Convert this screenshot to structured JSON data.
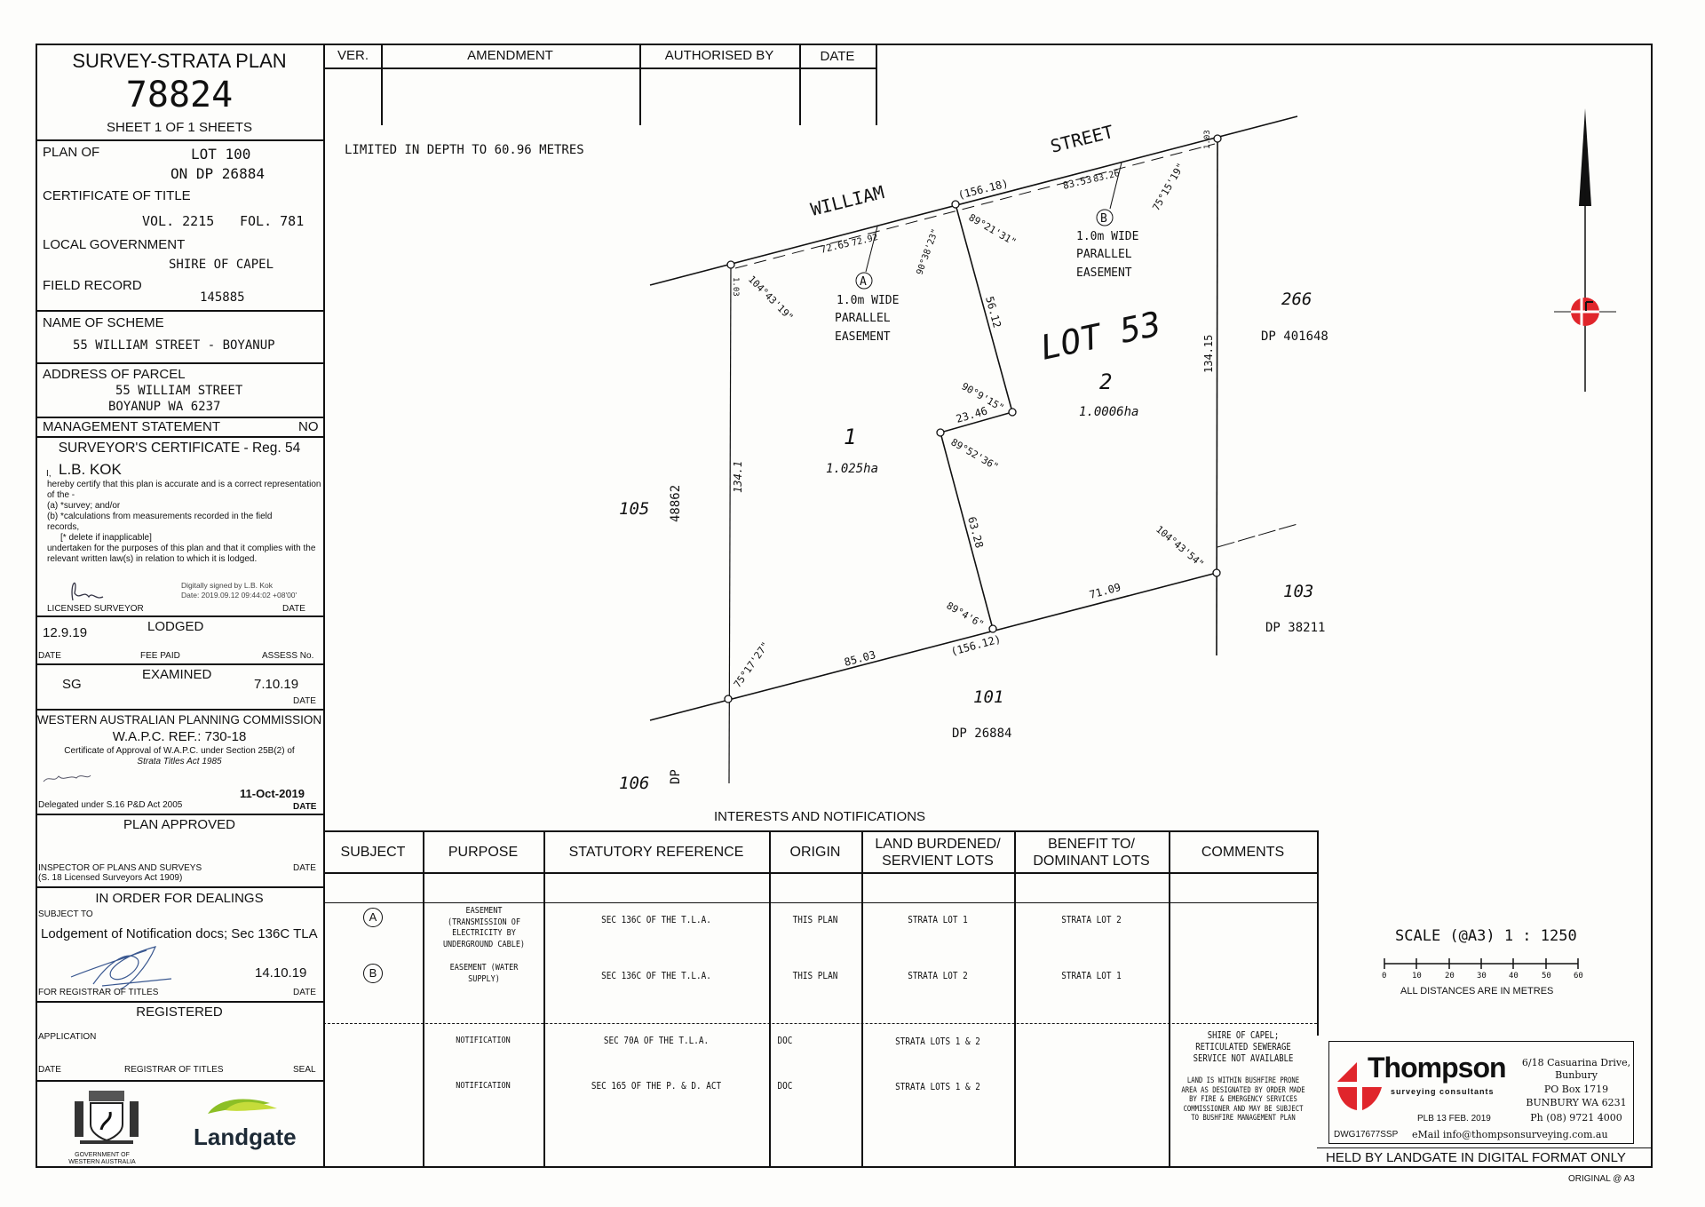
{
  "title_block": {
    "plan_type": "SURVEY-STRATA PLAN",
    "plan_number": "78824",
    "sheet": "SHEET  1  OF  1  SHEETS"
  },
  "plan_of": {
    "label": "PLAN OF",
    "lot": "LOT 100",
    "on_dp": "ON DP 26884",
    "cert_label": "CERTIFICATE OF TITLE",
    "vol": "VOL. 2215",
    "fol": "FOL. 781",
    "lg_label": "LOCAL GOVERNMENT",
    "lg": "SHIRE OF CAPEL",
    "fr_label": "FIELD RECORD",
    "fr": "145885"
  },
  "scheme": {
    "label": "NAME OF SCHEME",
    "value": "55 WILLIAM STREET - BOYANUP"
  },
  "address": {
    "label": "ADDRESS OF PARCEL",
    "line1": "55 WILLIAM STREET",
    "line2": "BOYANUP  WA  6237"
  },
  "management": {
    "label": "MANAGEMENT STATEMENT",
    "value": "NO"
  },
  "surveyor": {
    "heading": "SURVEYOR'S CERTIFICATE - Reg. 54",
    "i": "I,",
    "name": "L.B. KOK",
    "text1": "hereby certify that this plan is accurate and is a correct representation of the -",
    "a": "(a)  *survey; and/or",
    "b": "(b)  *calculations from measurements recorded in the field records,",
    "del": "[* delete if inapplicable]",
    "text2": "undertaken for the purposes of this plan and that it complies with the relevant written law(s) in relation to which it is lodged.",
    "signed": "Digitally signed by L.B. Kok",
    "signed_date": "Date: 2019.09.12 09:44:02 +08'00'",
    "licensed": "LICENSED SURVEYOR",
    "date_label": "DATE"
  },
  "lodged": {
    "heading": "LODGED",
    "date": "12.9.19",
    "date_label": "DATE",
    "fee": "FEE PAID",
    "assess": "ASSESS No."
  },
  "examined": {
    "heading": "EXAMINED",
    "by": "SG",
    "date": "7.10.19",
    "date_label": "DATE"
  },
  "wapc": {
    "heading": "WESTERN AUSTRALIAN PLANNING COMMISSION",
    "ref": "W.A.P.C. REF.: 730-18",
    "cert": "Certificate of Approval of W.A.P.C. under Section 25B(2) of",
    "act": "Strata Titles Act 1985",
    "delegated": "Delegated under S.16 P&D Act 2005",
    "date": "11-Oct-2019",
    "date_label": "DATE"
  },
  "approved": {
    "heading": "PLAN APPROVED",
    "inspector": "INSPECTOR OF PLANS AND SURVEYS",
    "act": "(S. 18 Licensed Surveyors Act 1909)",
    "date_label": "DATE"
  },
  "dealings": {
    "heading": "IN ORDER FOR DEALINGS",
    "subject": "SUBJECT TO",
    "text": "Lodgement of Notification docs; Sec 136C TLA",
    "date": "14.10.19",
    "registrar": "FOR REGISTRAR OF TITLES",
    "date_label": "DATE"
  },
  "registered": {
    "heading": "REGISTERED",
    "application": "APPLICATION",
    "date_label": "DATE",
    "registrar": "REGISTRAR OF TITLES",
    "seal": "SEAL"
  },
  "logos": {
    "gov": "GOVERNMENT OF WESTERN AUSTRALIA",
    "landgate": "Landgate"
  },
  "amendments": {
    "headers": [
      "VER.",
      "AMENDMENT",
      "AUTHORISED BY",
      "DATE"
    ]
  },
  "drawing": {
    "limited": "LIMITED IN DEPTH TO 60.96 METRES",
    "street1": "WILLIAM",
    "street2": "STREET",
    "dims": {
      "d1": "(156.18)",
      "d2": "72.65",
      "d3": "72.92",
      "d4": "83.53",
      "d5": "83.26",
      "d6": "1.03",
      "d7": "1.03",
      "d8": "56.12",
      "d9": "23.46",
      "d10": "63.28",
      "d11": "134.1",
      "d12": "134.15",
      "d13": "85.03",
      "d14": "(156.12)",
      "d15": "71.09"
    },
    "angles": {
      "a1": "104°43'19\"",
      "a2": "90°38'23\"",
      "a3": "89°21'31\"",
      "a4": "75°15'19\"",
      "a5": "90°9'15\"",
      "a6": "89°52'36\"",
      "a7": "89°4'6\"",
      "a8": "104°43'54\"",
      "a9": "75°17'27\""
    },
    "easement_a": {
      "marker": "A",
      "l1": "1.0m WIDE",
      "l2": "PARALLEL",
      "l3": "EASEMENT"
    },
    "easement_b": {
      "marker": "B",
      "l1": "1.0m WIDE",
      "l2": "PARALLEL",
      "l3": "EASEMENT"
    },
    "lot_note": "LOT 53",
    "lot1": {
      "num": "1",
      "area": "1.025ha"
    },
    "lot2": {
      "num": "2",
      "area": "1.0006ha"
    },
    "adj": {
      "n266": "266",
      "dp266": "DP 401648",
      "n105": "105",
      "dp105": "48862",
      "n103": "103",
      "dp103": "DP 38211",
      "n101": "101",
      "dp101": "DP 26884",
      "n106": "106",
      "dp106": "DP"
    }
  },
  "interests": {
    "title": "INTERESTS AND NOTIFICATIONS",
    "headers": [
      "SUBJECT",
      "PURPOSE",
      "STATUTORY REFERENCE",
      "ORIGIN",
      "LAND BURDENED/ SERVIENT LOTS",
      "BENEFIT TO/ DOMINANT LOTS",
      "COMMENTS"
    ],
    "rows": [
      {
        "subject": "A",
        "purpose": "EASEMENT (TRANSMISSION OF ELECTRICITY BY UNDERGROUND CABLE)",
        "ref": "SEC 136C OF THE T.L.A.",
        "origin": "THIS PLAN",
        "burdened": "STRATA LOT 1",
        "benefit": "STRATA LOT 2",
        "comments": ""
      },
      {
        "subject": "B",
        "purpose": "EASEMENT (WATER SUPPLY)",
        "ref": "SEC 136C OF THE T.L.A.",
        "origin": "THIS PLAN",
        "burdened": "STRATA LOT 2",
        "benefit": "STRATA LOT 1",
        "comments": ""
      },
      {
        "subject": "",
        "purpose": "NOTIFICATION",
        "ref": "SEC 70A OF THE T.L.A.",
        "origin": "DOC",
        "burdened": "STRATA LOTS 1 & 2",
        "benefit": "",
        "comments": "SHIRE OF CAPEL; RETICULATED SEWERAGE SERVICE NOT AVAILABLE"
      },
      {
        "subject": "",
        "purpose": "NOTIFICATION",
        "ref": "SEC 165 OF THE P. & D. ACT",
        "origin": "DOC",
        "burdened": "STRATA LOTS 1 & 2",
        "benefit": "",
        "comments": "LAND IS WITHIN BUSHFIRE PRONE AREA AS DESIGNATED BY ORDER MADE BY FIRE & EMERGENCY SERVICES COMMISSIONER AND MAY BE SUBJECT TO BUSHFIRE MANAGEMENT PLAN"
      }
    ]
  },
  "scale": {
    "label": "SCALE (@A3)   1 : 1250",
    "ticks": [
      "0",
      "10",
      "20",
      "30",
      "40",
      "50",
      "60"
    ],
    "note": "ALL DISTANCES ARE IN METRES"
  },
  "firm": {
    "name": "Thompson",
    "sub": "surveying consultants",
    "addr1": "6/18 Casuarina Drive,",
    "addr2": "Bunbury",
    "po": "PO Box 1719",
    "city": "BUNBURY  WA  6231",
    "phone": "Ph (08) 9721 4000",
    "plb": "PLB  13 FEB. 2019",
    "dwg": "DWG17677SSP",
    "email": "eMail  info@thompsonsurveying.com.au",
    "red": "#e0252b"
  },
  "footer": {
    "held": "HELD BY LANDGATE IN DIGITAL FORMAT ONLY",
    "original": "ORIGINAL @ A3"
  }
}
